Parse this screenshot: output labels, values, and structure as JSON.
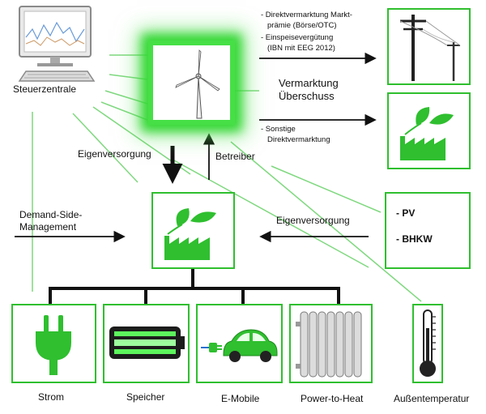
{
  "control_center": {
    "label": "Steuerzentrale"
  },
  "market_notes": {
    "line1": "- Direktvermarktung Markt-",
    "line2": "prämie (Börse/OTC)",
    "line3": "- Einspeisevergütung",
    "line4": "(IBN mit EEG 2012)"
  },
  "surplus": {
    "line1": "Vermarktung",
    "line2": "Überschuss"
  },
  "other_notes": {
    "line1": "- Sonstige",
    "line2": "Direktvermarktung"
  },
  "flows": {
    "self_supply_top": "Eigenversorgung",
    "operator": "Betreiber",
    "self_supply_right": "Eigenversorgung",
    "dsm_line1": "Demand-Side-",
    "dsm_line2": "Management"
  },
  "generators": {
    "pv": "- PV",
    "chp": "- BHKW"
  },
  "consumers": [
    {
      "label": "Strom"
    },
    {
      "label": "Speicher"
    },
    {
      "label": "E-Mobile"
    },
    {
      "label": "Power-to-Heat"
    },
    {
      "label": "Außentemperatur"
    }
  ],
  "colors": {
    "accent": "#2fbf2f",
    "dark_green": "#1f8a1f",
    "glow": "#46e046"
  }
}
